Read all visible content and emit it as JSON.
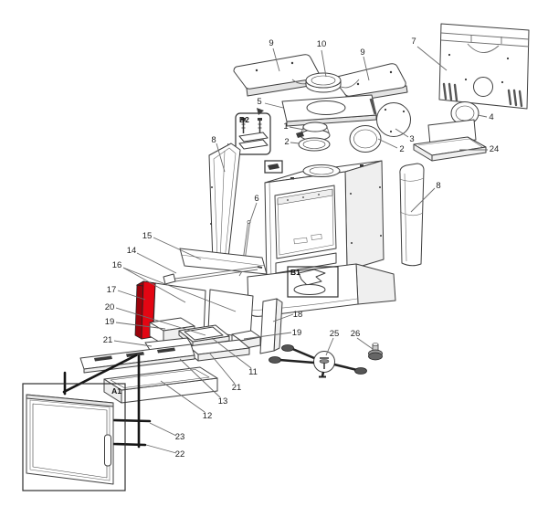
{
  "diagram": {
    "type": "exploded-view-parts-diagram",
    "subject": "stove spare parts exploded drawing",
    "highlighted_part": "17",
    "colors": {
      "background": "#ffffff",
      "line": "#3f3f3f",
      "highlight": "#e30613",
      "highlight_shade": "#9b030c"
    },
    "labels": [
      {
        "id": "9-left",
        "text": "9"
      },
      {
        "id": "10",
        "text": "10"
      },
      {
        "id": "9-right",
        "text": "9"
      },
      {
        "id": "7",
        "text": "7"
      },
      {
        "id": "5",
        "text": "5"
      },
      {
        "id": "1",
        "text": "1"
      },
      {
        "id": "2-left",
        "text": "2"
      },
      {
        "id": "2-right",
        "text": "2"
      },
      {
        "id": "3",
        "text": "3"
      },
      {
        "id": "4",
        "text": "4"
      },
      {
        "id": "24",
        "text": "24"
      },
      {
        "id": "8-left",
        "text": "8"
      },
      {
        "id": "8-right",
        "text": "8"
      },
      {
        "id": "6",
        "text": "6"
      },
      {
        "id": "15",
        "text": "15"
      },
      {
        "id": "14",
        "text": "14"
      },
      {
        "id": "16",
        "text": "16"
      },
      {
        "id": "17",
        "text": "17"
      },
      {
        "id": "20",
        "text": "20"
      },
      {
        "id": "19-left",
        "text": "19"
      },
      {
        "id": "21-left",
        "text": "21"
      },
      {
        "id": "18",
        "text": "18"
      },
      {
        "id": "19-right",
        "text": "19"
      },
      {
        "id": "11",
        "text": "11"
      },
      {
        "id": "21-right",
        "text": "21"
      },
      {
        "id": "13",
        "text": "13"
      },
      {
        "id": "12",
        "text": "12"
      },
      {
        "id": "25",
        "text": "25"
      },
      {
        "id": "26",
        "text": "26"
      },
      {
        "id": "23",
        "text": "23"
      },
      {
        "id": "22",
        "text": "22"
      }
    ],
    "ref_boxes": [
      {
        "id": "A1",
        "text": "A1"
      },
      {
        "id": "B1",
        "text": "B1"
      },
      {
        "id": "B2",
        "text": "B2"
      }
    ]
  }
}
